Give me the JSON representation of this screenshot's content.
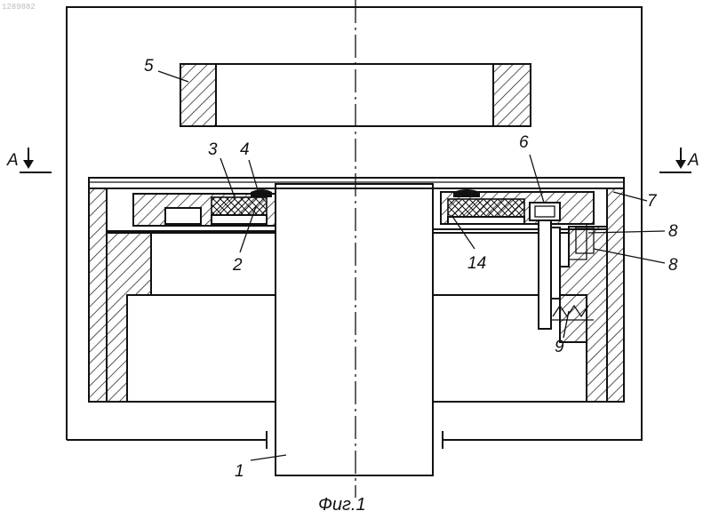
{
  "corner_id": "1289882",
  "labels": {
    "l1": "1",
    "l2": "2",
    "l3": "3",
    "l4": "4",
    "l5": "5",
    "l6": "6",
    "l7": "7",
    "l8a": "8",
    "l8b": "8",
    "l9": "9",
    "l14": "14",
    "section_left": "A",
    "section_right": "A"
  },
  "caption": "Фиг.1"
}
